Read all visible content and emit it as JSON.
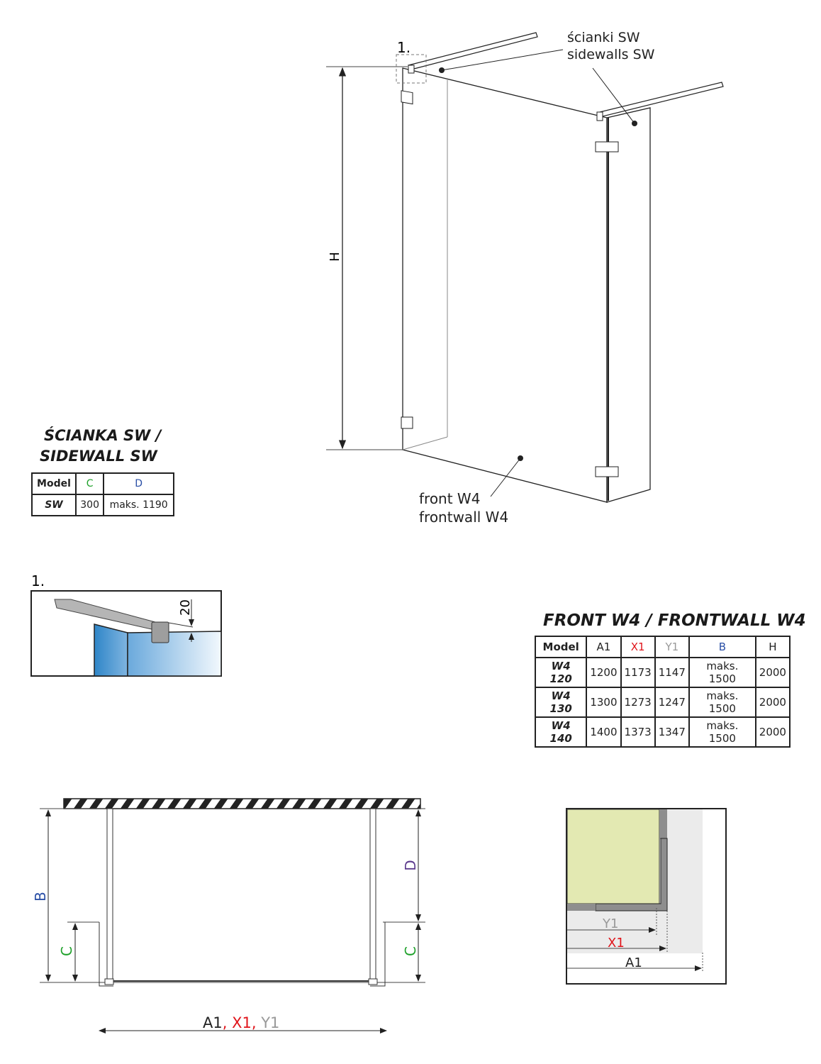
{
  "main_drawing": {
    "detail_marker": "1.",
    "height_label": "H",
    "sidewalls_label_pl": "ścianki SW",
    "sidewalls_label_en": "sidewalls SW",
    "front_label_pl": "front W4",
    "front_label_en": "frontwall W4"
  },
  "sidewall_table": {
    "title_line1": "ŚCIANKA SW /",
    "title_line2": "SIDEWALL SW",
    "headers": [
      "Model",
      "C",
      "D"
    ],
    "rows": [
      [
        "SW",
        "300",
        "maks. 1190"
      ]
    ]
  },
  "detail": {
    "label": "1.",
    "dimension": "20"
  },
  "front_table": {
    "title": "FRONT W4 / FRONTWALL W4",
    "headers": [
      "Model",
      "A1",
      "X1",
      "Y1",
      "B",
      "H"
    ],
    "rows": [
      [
        "W4 120",
        "1200",
        "1173",
        "1147",
        "maks. 1500",
        "2000"
      ],
      [
        "W4 130",
        "1300",
        "1273",
        "1247",
        "maks. 1500",
        "2000"
      ],
      [
        "W4 140",
        "1400",
        "1373",
        "1347",
        "maks. 1500",
        "2000"
      ]
    ]
  },
  "plan_view": {
    "label_b": "B",
    "label_c_left": "C",
    "label_c_right": "C",
    "label_d": "D",
    "label_a1": "A1",
    "sep1": ",",
    "label_x1": " X1",
    "sep2": ",",
    "label_y1": " Y1"
  },
  "corner_detail": {
    "label_y1": "Y1",
    "label_x1": "X1",
    "label_a1": "A1"
  },
  "colors": {
    "red": "#e0151b",
    "gray": "#999999",
    "blue": "#2a4fa6",
    "green": "#1fa12b",
    "purple": "#5b3a8c"
  }
}
